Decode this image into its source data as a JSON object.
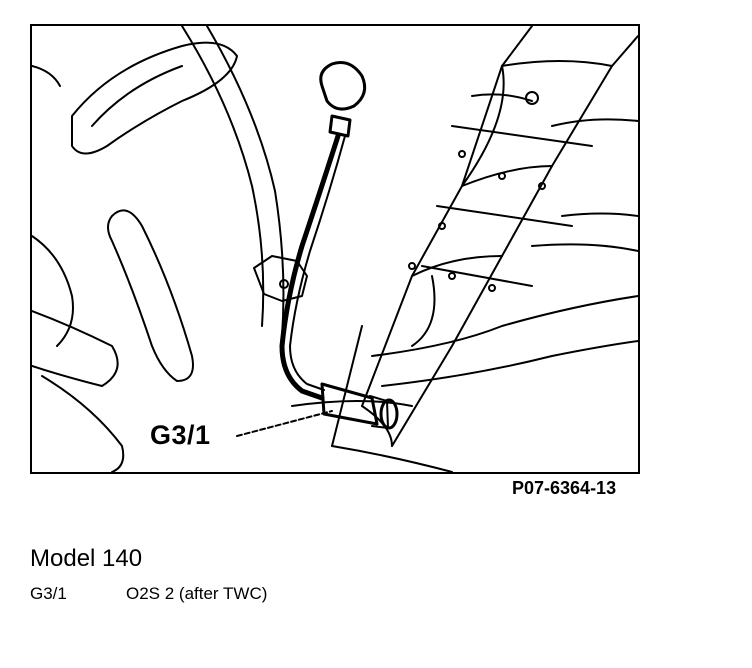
{
  "figure": {
    "callout": "G3/1",
    "code": "P07-6364-13"
  },
  "caption": {
    "title": "Model 140",
    "legend": [
      {
        "code": "G3/1",
        "description": "O2S 2 (after TWC)"
      }
    ]
  }
}
